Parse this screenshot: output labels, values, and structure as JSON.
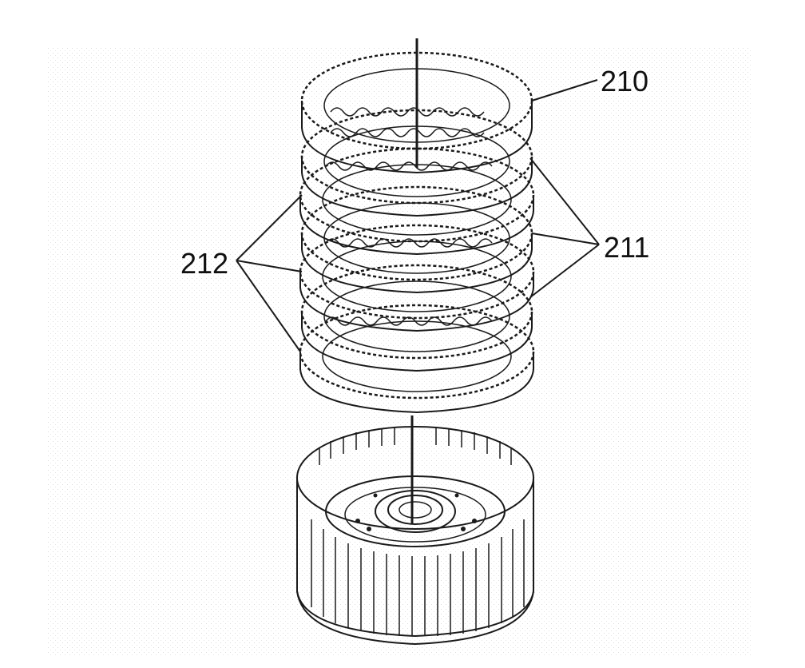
{
  "figure": {
    "description_visible": false,
    "labels": {
      "plate_top": "210",
      "plates_right": "211",
      "plates_left": "212"
    },
    "colors": {
      "ink": "#1a1a1a",
      "stipple": "#9a9a9a",
      "background": "#ffffff"
    }
  }
}
